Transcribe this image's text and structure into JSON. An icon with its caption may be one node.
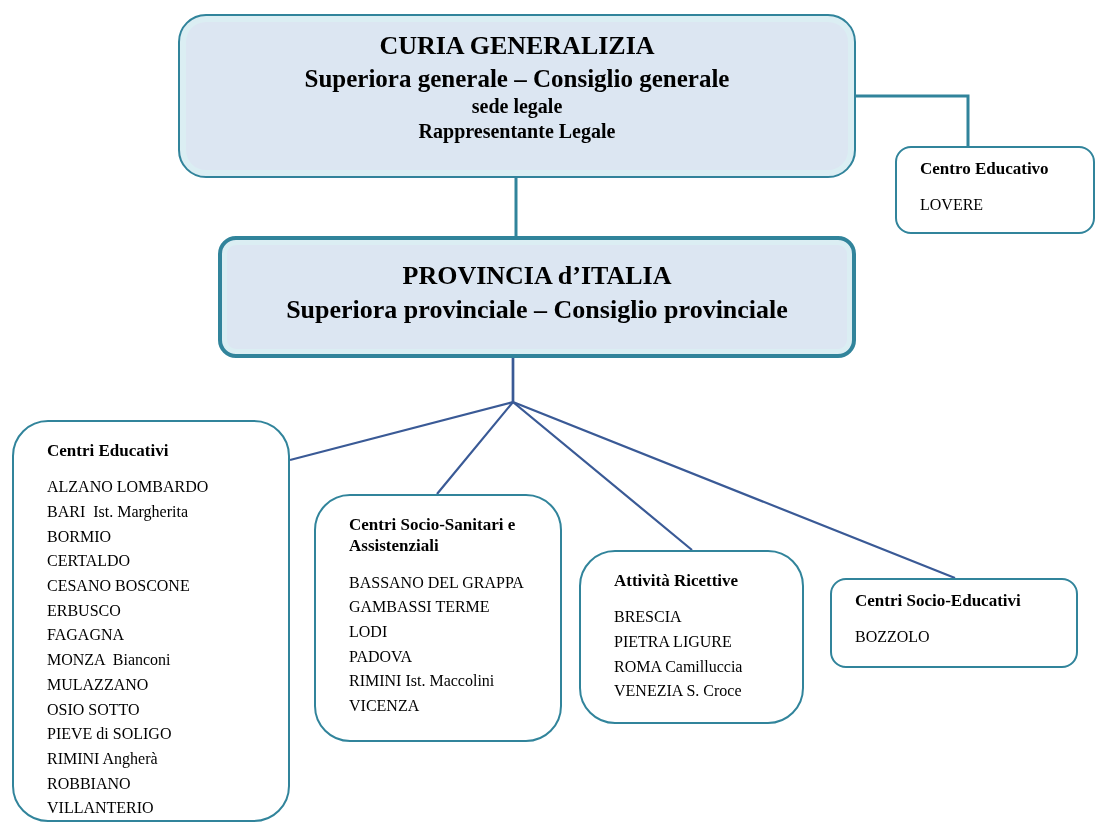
{
  "diagram": {
    "nodes": [
      {
        "text": [
          "CURIA GENERALIZIA",
          "Superiora generale – Consiglio generale",
          "sede legale",
          "Rappresentante Legale"
        ]
      },
      {
        "text": [
          "Centro Educativo",
          "LOVERE"
        ]
      },
      {
        "text": [
          "PROVINCIA d’ITALIA",
          "Superiora provinciale – Consiglio provinciale"
        ]
      },
      {
        "text": [
          "Centri Educativi",
          "ALZANO LOMBARDO",
          "BARI  Ist. Margherita",
          "BORMIO",
          "CERTALDO",
          "CESANO BOSCONE",
          "ERBUSCO",
          "FAGAGNA",
          "MONZA  Bianconi",
          "MULAZZANO",
          "OSIO SOTTO",
          "PIEVE di SOLIGO",
          "RIMINI Angherà",
          "ROBBIANO",
          "VILLANTERIO"
        ]
      },
      {
        "text": [
          "Centri Socio-Sanitari e Assistenziali",
          "BASSANO DEL GRAPPA",
          "GAMBASSI TERME",
          "LODI",
          "PADOVA",
          "RIMINI Ist. Maccolini",
          "VICENZA"
        ]
      },
      {
        "text": [
          "Attività Ricettive",
          "BRESCIA",
          "PIETRA LIGURE",
          "ROMA Camilluccia",
          "VENEZIA S. Croce"
        ]
      },
      {
        "text": [
          "Centri Socio-Educativi",
          "BOZZOLO"
        ]
      }
    ],
    "edges": [
      {
        "from": 0,
        "to": 1,
        "arrow": "none"
      },
      {
        "from": 0,
        "to": 2,
        "arrow": "none"
      },
      {
        "from": 2,
        "to": 3,
        "arrow": "none"
      },
      {
        "from": 2,
        "to": 4,
        "arrow": "none"
      },
      {
        "from": 2,
        "to": 5,
        "arrow": "none"
      },
      {
        "from": 2,
        "to": 6,
        "arrow": "none"
      }
    ]
  }
}
